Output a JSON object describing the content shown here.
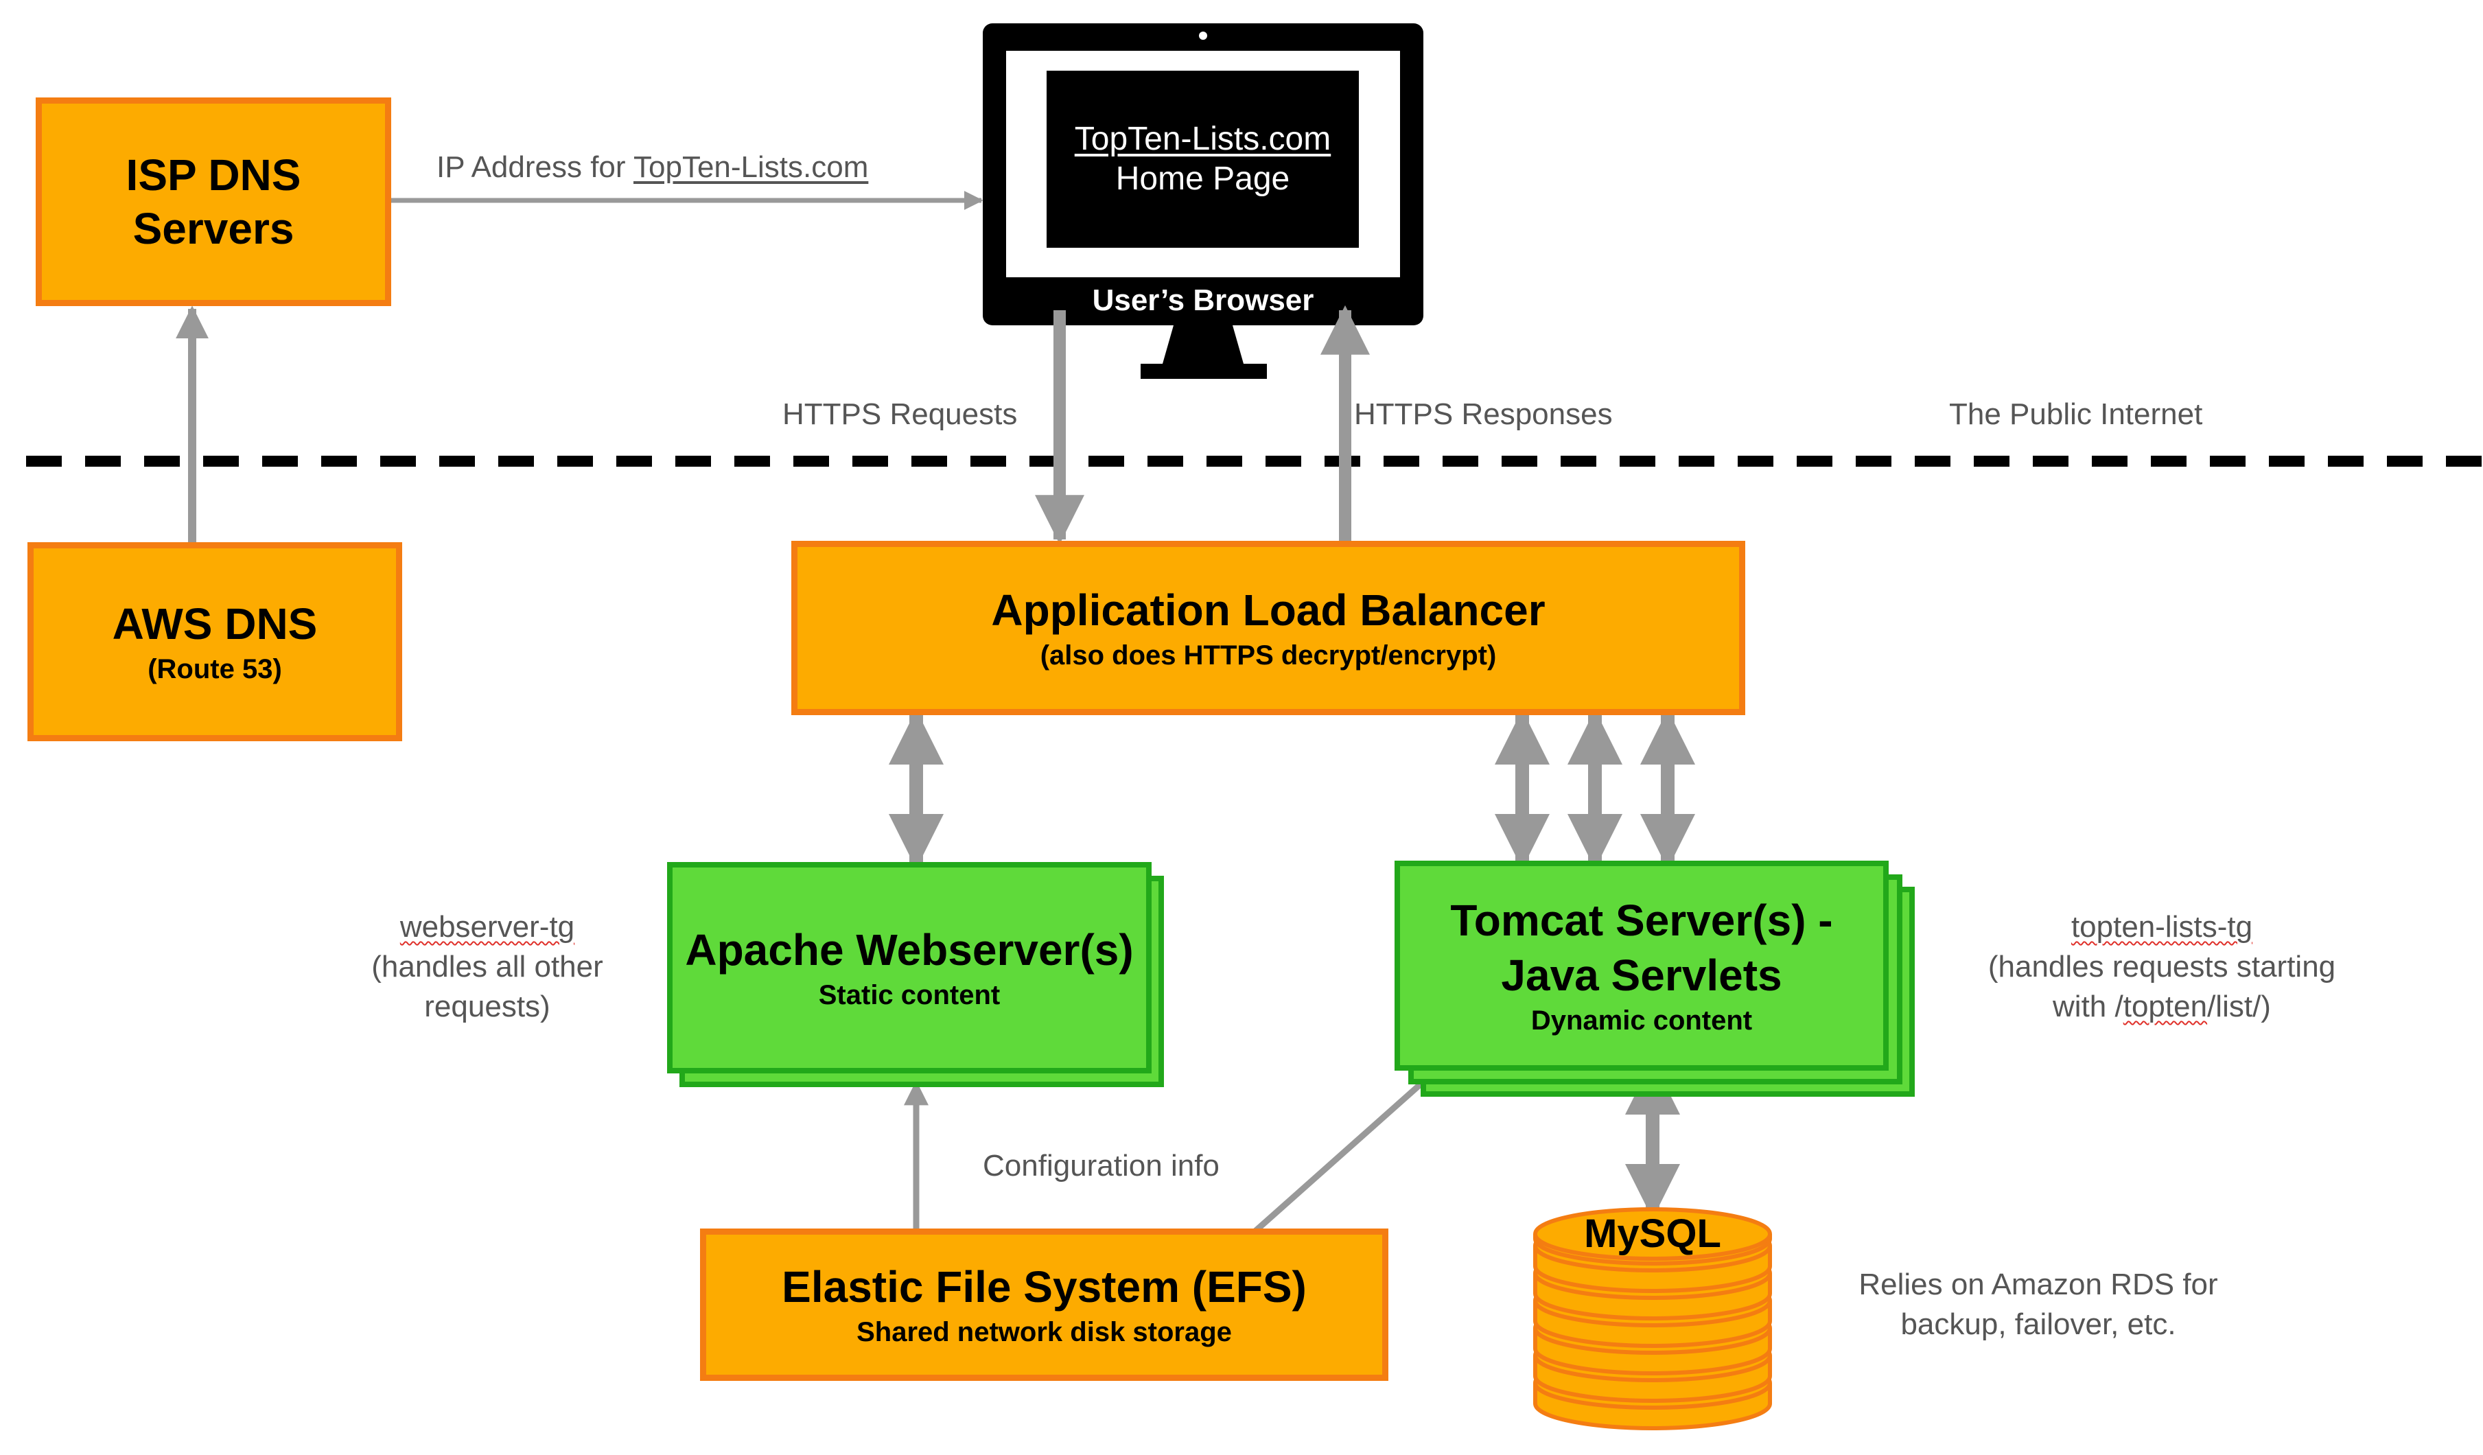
{
  "browser": {
    "screen_link": "TopTen-Lists.com",
    "screen_text": "Home Page",
    "caption": "User’s Browser"
  },
  "isp_dns": {
    "line1": "ISP DNS",
    "line2": "Servers"
  },
  "aws_dns": {
    "title": "AWS DNS",
    "subtitle": "(Route 53)"
  },
  "alb": {
    "title": "Application Load Balancer",
    "subtitle": "(also does HTTPS decrypt/encrypt)"
  },
  "apache": {
    "title": "Apache Webserver(s)",
    "subtitle": "Static content"
  },
  "tomcat": {
    "line1": "Tomcat Server(s) -",
    "line2": "Java Servlets",
    "subtitle": "Dynamic content"
  },
  "efs": {
    "title": "Elastic File System (EFS)",
    "subtitle": "Shared network disk storage"
  },
  "mysql": {
    "label": "MySQL"
  },
  "labels": {
    "ip_prefix": "IP Address for ",
    "ip_link": "TopTen-Lists.com",
    "https_requests": "HTTPS Requests",
    "https_responses": "HTTPS Responses",
    "public_internet": "The Public Internet",
    "webserver_tg_name": "webserver-tg",
    "webserver_tg_line2": "(handles all other",
    "webserver_tg_line3": "requests)",
    "topten_tg_name": "topten-lists-tg",
    "topten_tg_line2": "(handles requests starting",
    "topten_tg_line3_a": "with /",
    "topten_tg_line3_b": "topten",
    "topten_tg_line3_c": "/list/)",
    "config_info": "Configuration info",
    "rds_line1": "Relies on Amazon RDS for",
    "rds_line2": "backup, failover, etc."
  },
  "colors": {
    "orange_fill": "#fdab00",
    "orange_border": "#f47d12",
    "green_fill": "#5fda3a",
    "green_border": "#22a81a",
    "arrow_gray": "#999999",
    "label_gray": "#555555"
  }
}
